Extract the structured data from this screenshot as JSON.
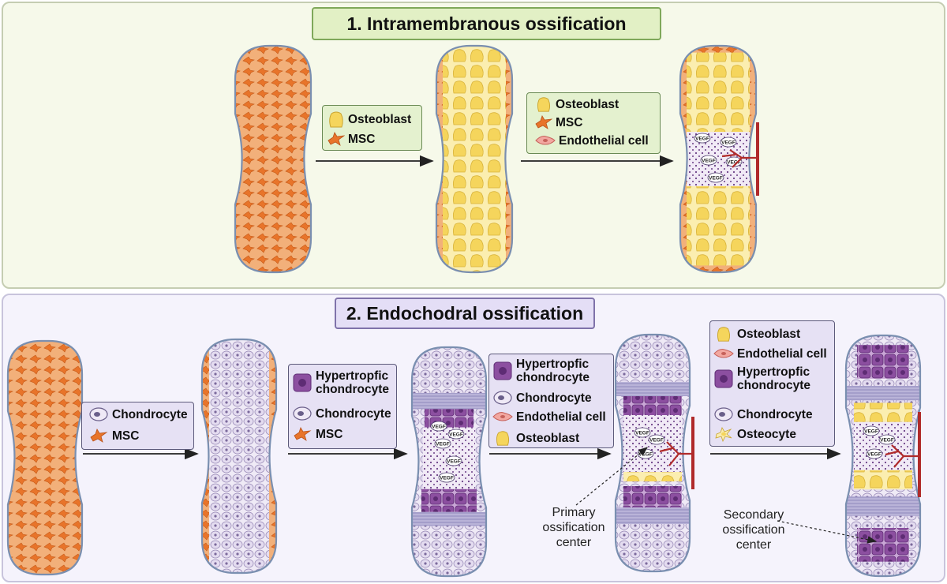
{
  "panel1": {
    "title": "1. Intramembranous ossification",
    "legend_a": {
      "osteoblast": "Osteoblast",
      "msc": "MSC"
    },
    "legend_b": {
      "osteoblast": "Osteoblast",
      "msc": "MSC",
      "endothelial": "Endothelial cell"
    },
    "vegf": "VEGF"
  },
  "panel2": {
    "title": "2. Endochodral ossification",
    "legend_a": {
      "chondrocyte": "Chondrocyte",
      "msc": "MSC"
    },
    "legend_b": {
      "hyper1": "Hypertropfic",
      "hyper2": "chondrocyte",
      "chondrocyte": "Chondrocyte",
      "msc": "MSC"
    },
    "legend_c": {
      "hyper1": "Hypertropfic",
      "hyper2": "chondrocyte",
      "chondrocyte": "Chondrocyte",
      "endothelial": "Endothelial cell",
      "osteoblast": "Osteoblast"
    },
    "legend_d": {
      "osteoblast": "Osteoblast",
      "endothelial": "Endothelial cell",
      "hyper1": "Hypertropfic",
      "hyper2": "chondrocyte",
      "chondrocyte": "Chondrocyte",
      "osteocyte": "Osteocyte"
    },
    "primary": [
      "Primary",
      "ossification",
      "center"
    ],
    "secondary": [
      "Secondary",
      "ossification",
      "center"
    ],
    "vegf": "VEGF"
  },
  "colors": {
    "msc": "#e8782a",
    "osteoblast": "#f6d96a",
    "chondrocyte": "#ddd4ec",
    "hypertrophic": "#8c4fa0",
    "vessel": "#b02a2a",
    "outline": "#7a8fb0"
  }
}
